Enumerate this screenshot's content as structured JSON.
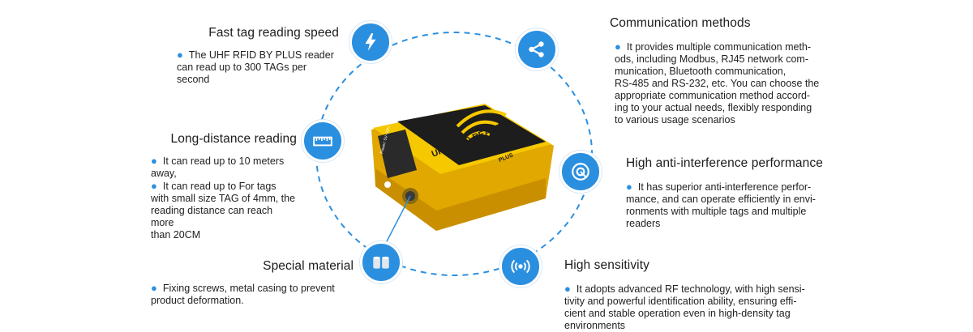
{
  "features": {
    "fast_reading": {
      "title": "Fast tag reading speed",
      "icon": "lightning-icon",
      "lines": [
        "The UHF RFID BY PLUS reader",
        "can read up to 300 TAGs per",
        "second"
      ]
    },
    "long_distance": {
      "title": "Long-distance reading",
      "icon": "ruler-icon",
      "bullet1_lines": [
        "It can read up to 10 meters",
        "away,"
      ],
      "bullet2_lines": [
        "It can read up to For tags",
        "with small size TAG of 4mm, the",
        "reading distance can reach more",
        "than 20CM"
      ]
    },
    "special_material": {
      "title": "Special material",
      "icon": "metal-cylinders-icon",
      "lines": [
        "Fixing screws, metal casing to prevent",
        "product deformation."
      ]
    },
    "communication": {
      "title": "Communication methods",
      "icon": "share-icon",
      "lines": [
        "It provides multiple communication meth-",
        "ods, including Modbus, RJ45 network com-",
        "munication, Bluetooth communication,",
        "RS-485 and RS-232, etc. You can choose the",
        "appropriate communication method accord-",
        "ing to your actual needs, flexibly responding",
        "to various usage scenarios"
      ]
    },
    "anti_interference": {
      "title": "High anti-interference performance",
      "icon": "target-icon",
      "lines": [
        "It has superior anti-interference perfor-",
        "mance, and can operate efficiently in envi-",
        "ronments with multiple tags and multiple",
        "readers"
      ]
    },
    "sensitivity": {
      "title": "High sensitivity",
      "icon": "signal-waves-icon",
      "lines": [
        "It adopts advanced RF technology, with high sensi-",
        "tivity and powerful identification ability, ensuring effi-",
        "cient and stable operation even in high-density tag",
        "environments"
      ]
    }
  },
  "device": {
    "label_main": "UHF RFID READER",
    "label_sub": "PLUS",
    "panel_text": "Power: 5V~24V"
  },
  "colors": {
    "accent": "#2b8fe0",
    "device_yellow": "#f2c200",
    "device_black": "#1d1d1d"
  }
}
